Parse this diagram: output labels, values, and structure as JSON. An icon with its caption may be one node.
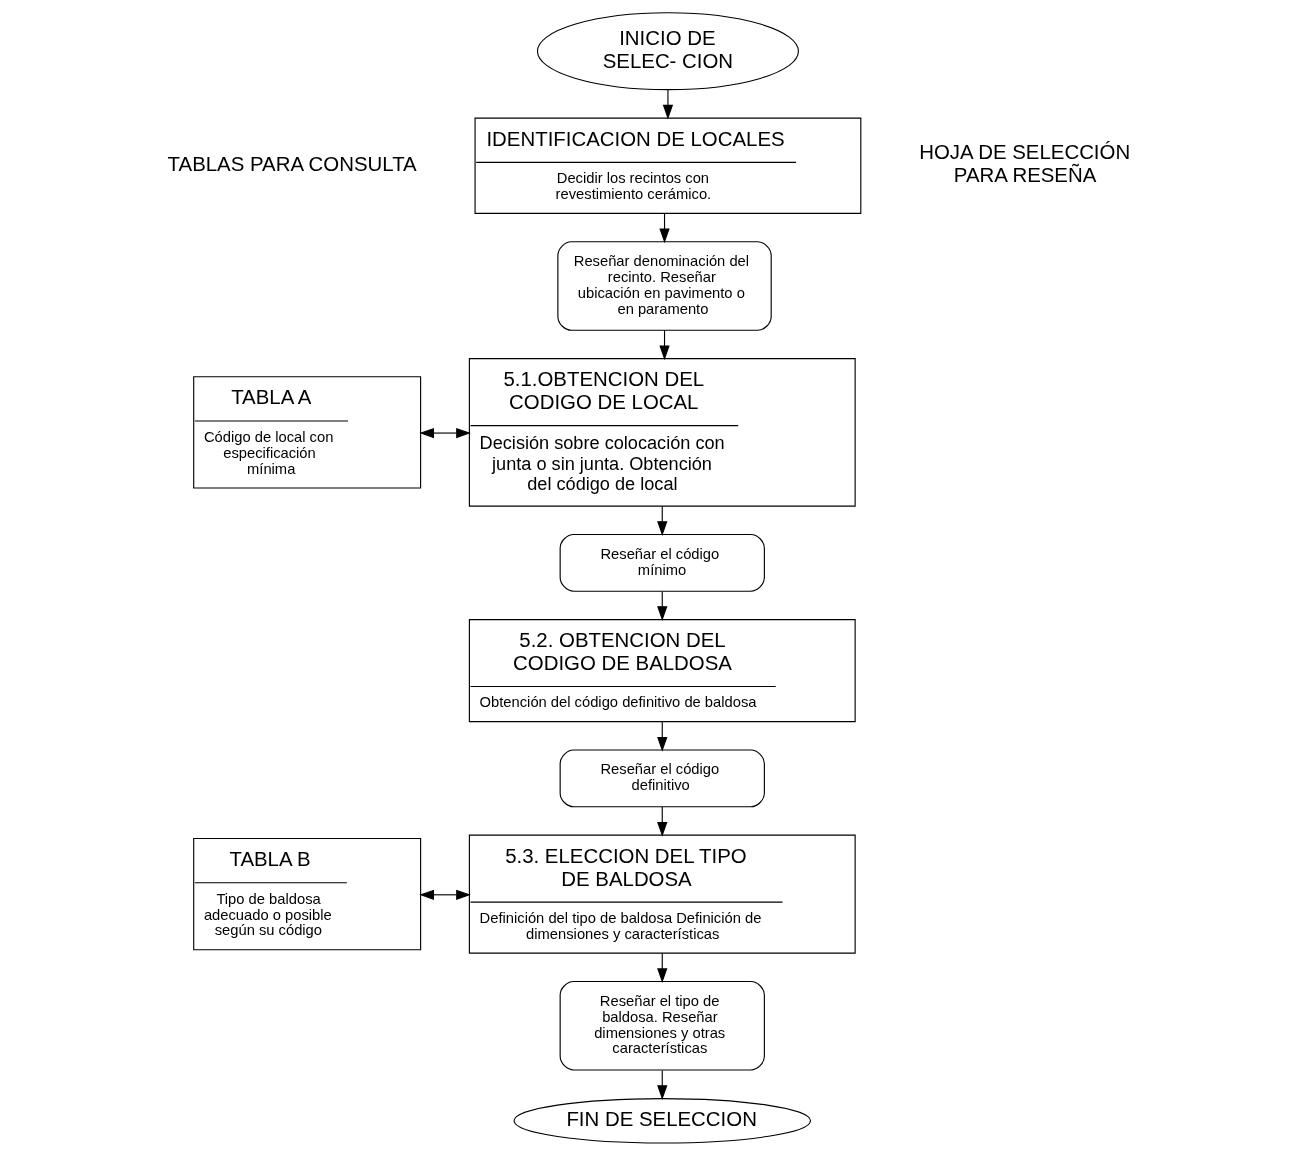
{
  "diagram": {
    "nodes": [
      {
        "text": [
          "INICIO DE SELEC- CION"
        ]
      },
      {
        "text": [
          "IDENTIFICACION DE LOCALES",
          "Decidir los recintos con revestimiento cerámico."
        ]
      },
      {
        "text": [
          "Reseñar denominación del recinto. Reseñar ubicación en pavimento o en paramento"
        ]
      },
      {
        "text": [
          "TABLA A",
          "Código de local con especificación mínima"
        ]
      },
      {
        "text": [
          "5.1.OBTENCION DEL CODIGO DE LOCAL",
          "Decisión sobre colocación con junta o sin junta. Obtención del código de local"
        ]
      },
      {
        "text": [
          "Reseñar el código mínimo"
        ]
      },
      {
        "text": [
          "5.2. OBTENCION DEL CODIGO DE BALDOSA",
          "Obtención del código definitivo de baldosa"
        ]
      },
      {
        "text": [
          "Reseñar el código definitivo"
        ]
      },
      {
        "text": [
          "TABLA B",
          "Tipo de baldosa adecuado o posible según su código"
        ]
      },
      {
        "text": [
          "5.3. ELECCION DEL TIPO DE BALDOSA",
          "Definición del tipo de baldosa Definición de dimensiones y características"
        ]
      },
      {
        "text": [
          "Reseñar el tipo de baldosa. Reseñar dimensiones y otras características"
        ]
      },
      {
        "text": [
          "FIN DE SELECCION"
        ]
      }
    ],
    "edges": [
      {
        "from": 0,
        "to": 1,
        "arrow": "to"
      },
      {
        "from": 1,
        "to": 2,
        "arrow": "to"
      },
      {
        "from": 2,
        "to": 4,
        "arrow": "to"
      },
      {
        "from": 3,
        "to": 4,
        "arrow": "both"
      },
      {
        "from": 4,
        "to": 5,
        "arrow": "to"
      },
      {
        "from": 5,
        "to": 6,
        "arrow": "to"
      },
      {
        "from": 6,
        "to": 7,
        "arrow": "to"
      },
      {
        "from": 7,
        "to": 9,
        "arrow": "to"
      },
      {
        "from": 8,
        "to": 9,
        "arrow": "both"
      },
      {
        "from": 9,
        "to": 10,
        "arrow": "to"
      },
      {
        "from": 10,
        "to": 11,
        "arrow": "to"
      }
    ],
    "labels": [
      "TABLAS PARA CONSULTA",
      "HOJA DE SELECCIÓN PARA RESEÑA"
    ]
  }
}
